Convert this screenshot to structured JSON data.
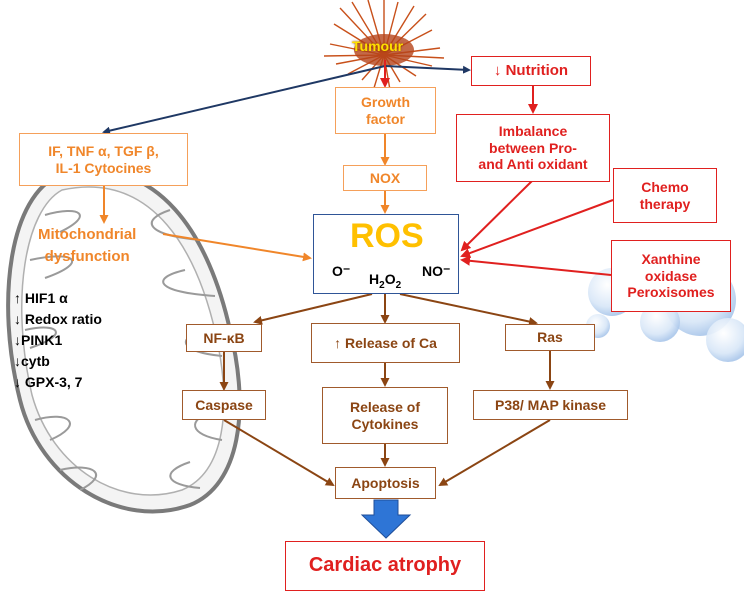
{
  "tumour": "Tumour",
  "nutrition": "↓ Nutrition",
  "growth_factor": [
    "Growth",
    "factor"
  ],
  "imbalance": [
    "Imbalance",
    "between Pro-",
    "and Anti oxidant"
  ],
  "cytokines": [
    "IF, TNF α, TGF β,",
    "IL-1 Cytocines"
  ],
  "nox": "NOX",
  "chemo": [
    "Chemo",
    "therapy"
  ],
  "xanthine": [
    "Xanthine",
    "oxidase",
    "Peroxisomes"
  ],
  "mito_dysfunction": [
    "Mitochondrial",
    "dysfunction"
  ],
  "ros": {
    "title": "ROS",
    "o": "O⁻",
    "no": "NO⁻",
    "h": "H",
    "two": "2",
    "o2": "O",
    "two_b": "2"
  },
  "mito_list": [
    "↑ HIF1 α",
    "↓ Redox ratio",
    "↓PINK1",
    "↓cytb",
    "↓ GPX-3, 7"
  ],
  "nfkb": "NF-κB",
  "release_ca": "↑ Release of Ca",
  "ras": "Ras",
  "caspase": "Caspase",
  "release_cytokines": [
    "Release of",
    "Cytokines"
  ],
  "p38": "P38/ MAP kinase",
  "apoptosis": "Apoptosis",
  "cardiac_atrophy": "Cardiac atrophy",
  "colors": {
    "orange": "#f0862a",
    "red": "#e0201f",
    "brown": "#8b4513",
    "navy": "#1f3864",
    "blue": "#2e75d6",
    "ros_yellow": "#ffc000"
  }
}
